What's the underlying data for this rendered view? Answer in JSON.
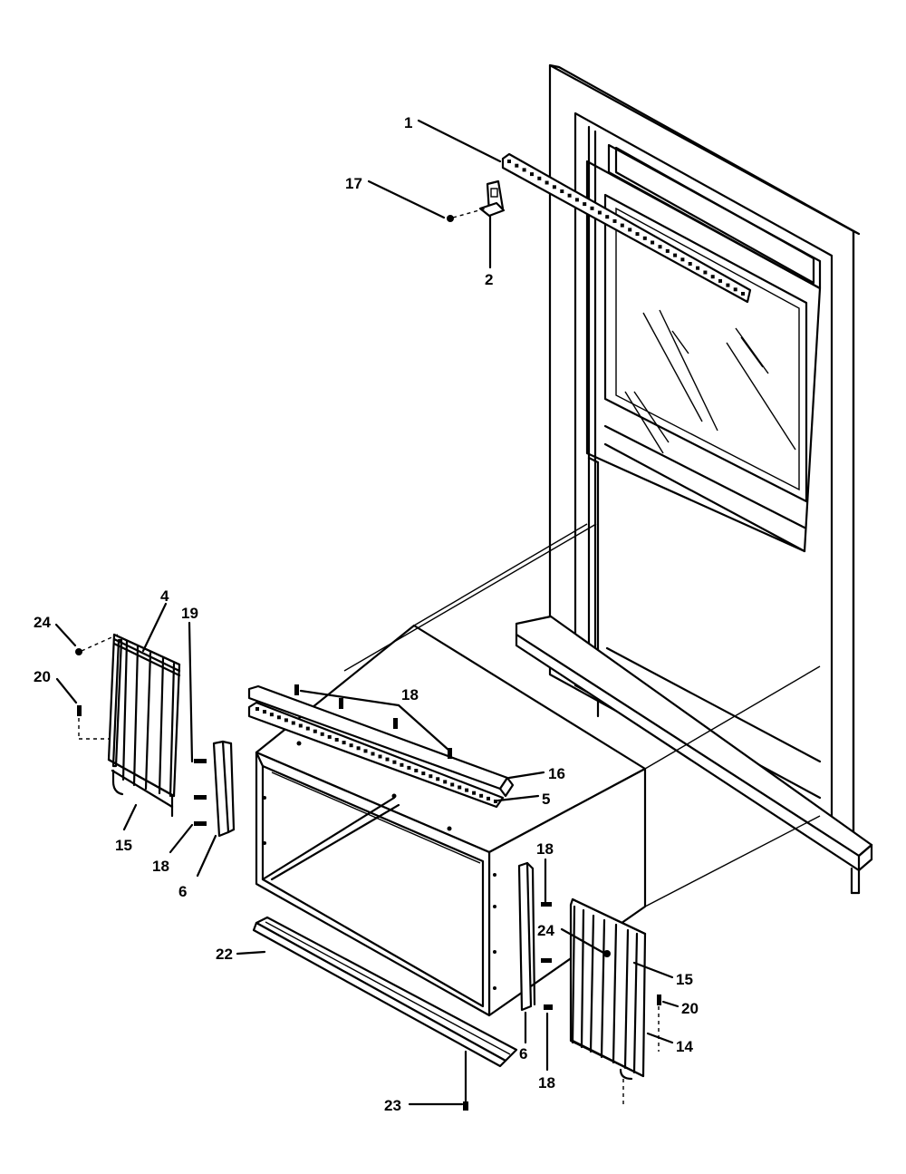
{
  "diagram": {
    "callouts": [
      {
        "id": "c1",
        "text": "1"
      },
      {
        "id": "c17",
        "text": "17"
      },
      {
        "id": "c2",
        "text": "2"
      },
      {
        "id": "c4",
        "text": "4"
      },
      {
        "id": "c24a",
        "text": "24"
      },
      {
        "id": "c20a",
        "text": "20"
      },
      {
        "id": "c19",
        "text": "19"
      },
      {
        "id": "c18a",
        "text": "18"
      },
      {
        "id": "c16a",
        "text": "16"
      },
      {
        "id": "c5",
        "text": "5"
      },
      {
        "id": "c15a",
        "text": "15"
      },
      {
        "id": "c18b",
        "text": "18"
      },
      {
        "id": "c6a",
        "text": "6"
      },
      {
        "id": "c22",
        "text": "22"
      },
      {
        "id": "c18c",
        "text": "18"
      },
      {
        "id": "c24b",
        "text": "24"
      },
      {
        "id": "c15b",
        "text": "15"
      },
      {
        "id": "c20b",
        "text": "20"
      },
      {
        "id": "c14",
        "text": "14"
      },
      {
        "id": "c6b",
        "text": "6"
      },
      {
        "id": "c18d",
        "text": "18"
      },
      {
        "id": "c23",
        "text": "23"
      }
    ]
  }
}
